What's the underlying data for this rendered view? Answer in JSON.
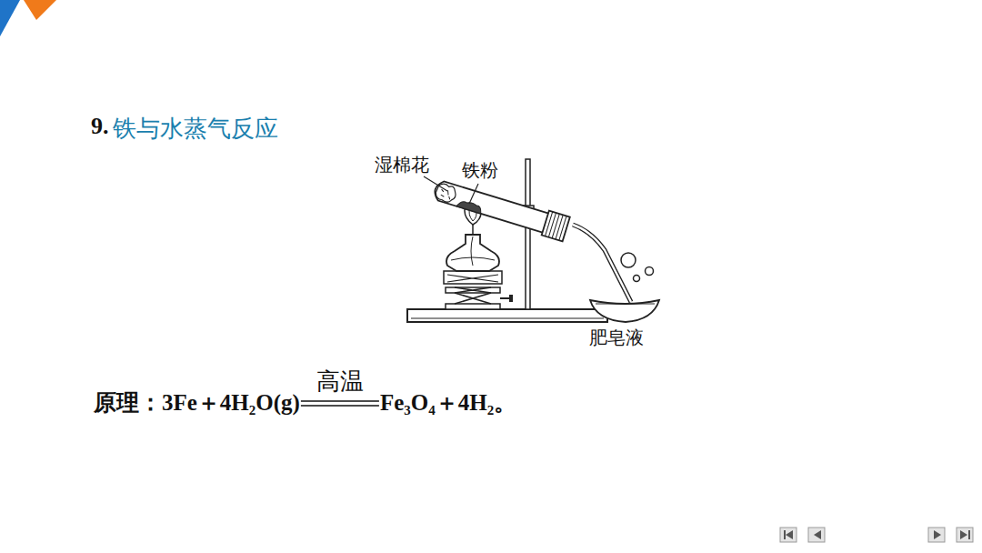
{
  "diagram": {
    "title": "铁与水蒸气反应",
    "labels": [
      "9.",
      "湿棉花",
      "铁粉",
      "肥皂液",
      "原理：3Fe＋4H₂O(g)",
      "高温",
      "Fe₃O₄＋4H₂。"
    ]
  }
}
